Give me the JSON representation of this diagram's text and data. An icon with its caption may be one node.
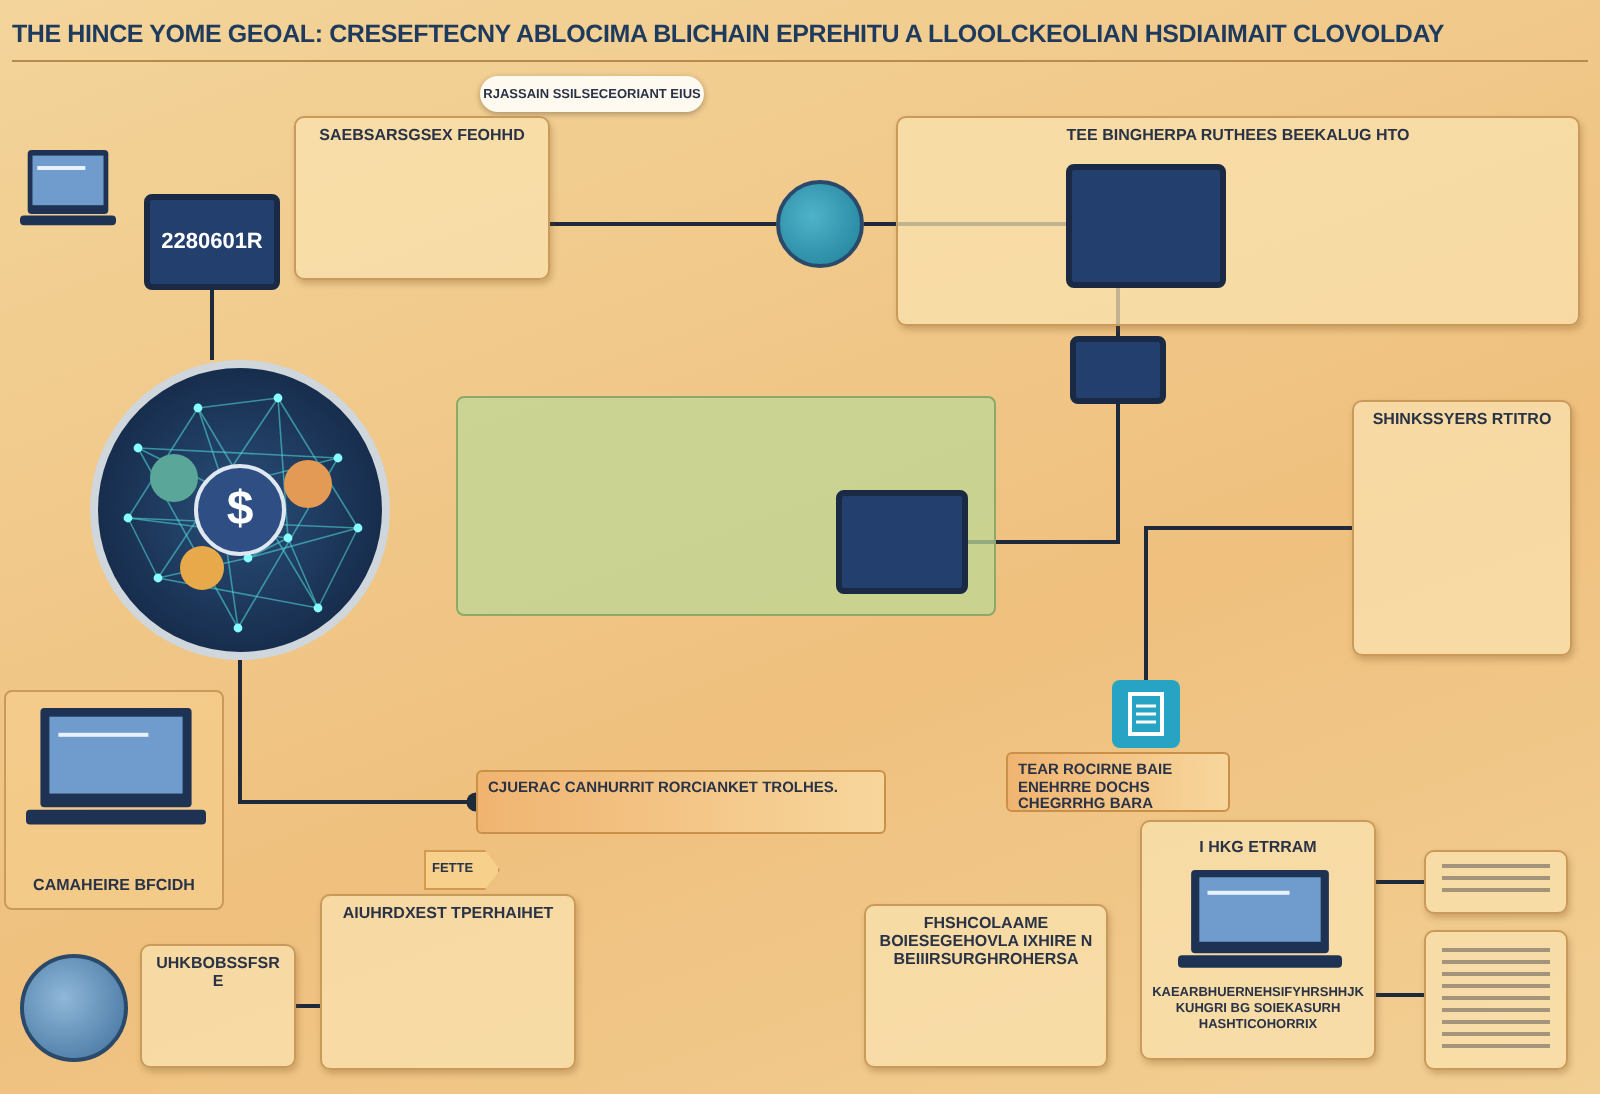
{
  "diagram": {
    "title": "THE HINCE YOME GEOAL: CRESEFTECNY ABLOCIMA BLICHAIN EPREHITU A LLOOLCKEOLIAN HSDIAIMAIT CLOVOLDAY",
    "nodes": [
      {
        "text": [
          "RJASSAIN SSILSECEORIANT EIUS"
        ]
      },
      {
        "text": [
          "SAEBSARSGSEX FEOHHD"
        ]
      },
      {
        "text": [
          "2280601R"
        ]
      },
      {
        "text": [
          "$"
        ]
      },
      {
        "text": [
          "TEE BINGHERPA RUTHEES BEEKALUG HTO"
        ]
      },
      {
        "text": [],
        "shape": "box",
        "in": 4
      },
      {
        "text": [],
        "shape": "box"
      },
      {
        "text": [],
        "shape": "circle"
      },
      {
        "text": [],
        "shape": "box"
      },
      {
        "text": [],
        "shape": "box",
        "in": 8
      },
      {
        "text": [
          "SHINKSSYERS RTITRO"
        ]
      },
      {
        "text": [
          "CJUERAC CANHURRIT RORCIANKET TROLHES."
        ]
      },
      {
        "text": [
          "CAMAHEIRE BFCIDH"
        ]
      },
      {
        "text": [
          "FETTE"
        ]
      },
      {
        "text": [
          "AIUHRDXEST TPERHAIHET"
        ]
      },
      {
        "text": [
          "UHKBOBSSFSRE"
        ]
      },
      {
        "text": [],
        "shape": "circle"
      },
      {
        "text": [
          "TEAR ROCIRNE BAIE ENEHRRE DOCHS CHEGRRHG BARA"
        ]
      },
      {
        "text": [],
        "shape": "picture"
      },
      {
        "text": [
          "FHSHCOLAAME BOIESEGEHOVLA IXHIRE N BEIIIRSURGHROHERSA"
        ]
      },
      {
        "text": [
          "I HKG ETRRAM",
          "KAEARBHUERNEHSIFYHRSHHJKKUHGRI BG SOIEKASURH HASHTICOHORRIX"
        ]
      },
      {
        "text": [],
        "shape": "box"
      },
      {
        "text": [],
        "shape": "box"
      }
    ],
    "edges": [
      {
        "from": 2,
        "to": 3,
        "arrow": "none"
      },
      {
        "from": 3,
        "to": 11,
        "arrow": "other"
      },
      {
        "from": 7,
        "to": 5,
        "arrow": "none"
      },
      {
        "from": 5,
        "to": 6,
        "arrow": "none"
      },
      {
        "from": 6,
        "to": 9,
        "arrow": "none"
      },
      {
        "from": 15,
        "to": 14,
        "arrow": "none"
      },
      {
        "from": 20,
        "to": 21,
        "arrow": "none"
      },
      {
        "from": 20,
        "to": 22,
        "arrow": "none"
      },
      {
        "from": 18,
        "to": 10,
        "arrow": "none"
      },
      {
        "from": 1,
        "to": 7,
        "arrow": "none"
      }
    ]
  }
}
